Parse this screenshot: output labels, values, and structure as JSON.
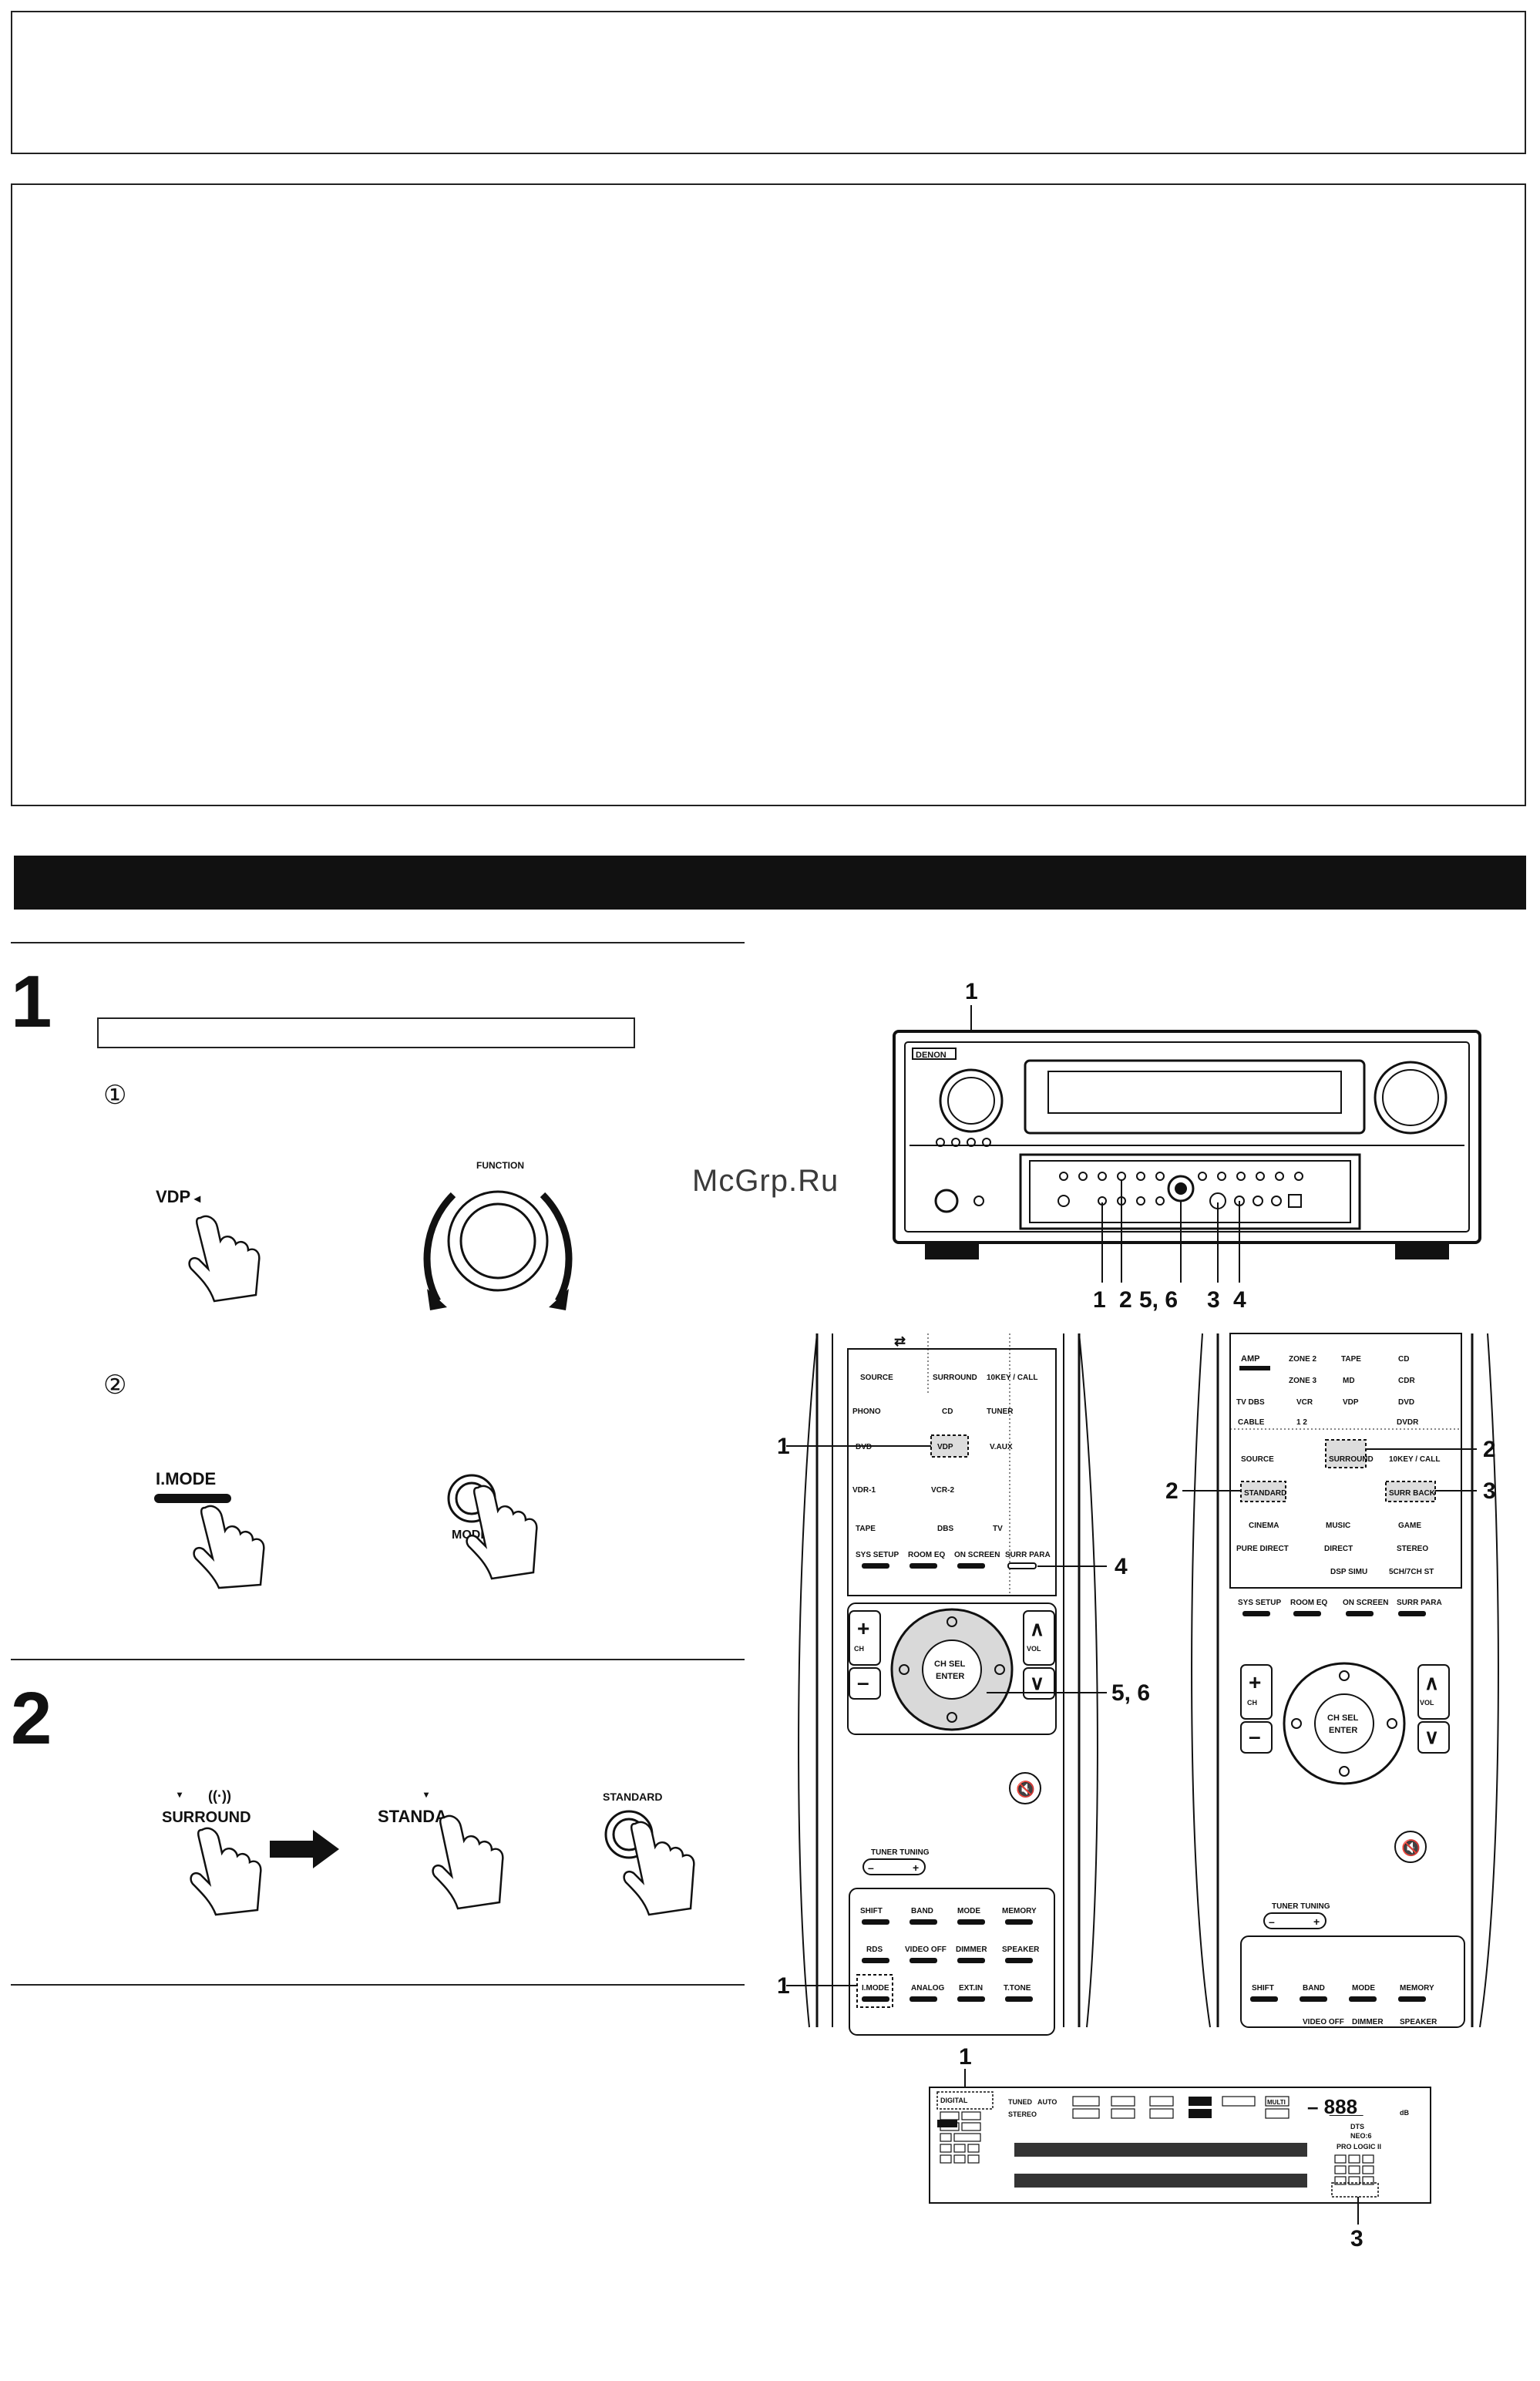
{
  "watermark": "McGrp.Ru",
  "steps": [
    {
      "number": "1",
      "sub": [
        "①",
        "②"
      ]
    },
    {
      "number": "2"
    }
  ],
  "step1": {
    "vdp_label": "VDP",
    "function_label": "FUNCTION",
    "imode_label": "I.MODE",
    "mode_label": "MODE"
  },
  "step2": {
    "surround_label": "SURROUND",
    "standard_label": "STANDA",
    "standard_button_label": "STANDARD"
  },
  "receiver": {
    "brand": "DENON",
    "callout_top": "1",
    "callouts_bottom": [
      "1",
      "2",
      "5, 6",
      "3",
      "4"
    ]
  },
  "remote_left": {
    "rows": [
      [
        "SOURCE",
        "SURROUND",
        "10KEY / CALL"
      ],
      [
        "PHONO",
        "CD",
        "TUNER"
      ],
      [
        "DVD",
        "VDP",
        "V.AUX"
      ],
      [
        "VDR-1",
        "VCR-2",
        ""
      ],
      [
        "TAPE",
        "DBS",
        "TV"
      ]
    ],
    "bottom_row": [
      "SYS SETUP",
      "ROOM EQ",
      "ON SCREEN",
      "SURR PARA"
    ],
    "dial": {
      "center": "CH SEL",
      "enter": "ENTER",
      "ch": "CH",
      "vol": "VOL"
    },
    "tuner_tuning": "TUNER TUNING",
    "keys": [
      [
        "SHIFT",
        "BAND",
        "MODE",
        "MEMORY"
      ],
      [
        "RDS",
        "VIDEO OFF",
        "DIMMER",
        "SPEAKER"
      ],
      [
        "I.MODE",
        "ANALOG",
        "EXT.IN",
        "T.TONE"
      ]
    ],
    "callouts": [
      "1",
      "4",
      "5, 6",
      "1"
    ]
  },
  "remote_right": {
    "rows": [
      [
        "AMP",
        "ZONE 2",
        "TAPE",
        "CD"
      ],
      [
        "",
        "ZONE 3",
        "MD",
        "CDR"
      ],
      [
        "TV DBS",
        "VCR",
        "VDP",
        "DVD"
      ],
      [
        "CABLE",
        "1 2",
        "",
        "DVDR"
      ]
    ],
    "row_source": [
      "SOURCE",
      "SURROUND",
      "10KEY / CALL"
    ],
    "row_modes": [
      "STANDARD",
      "",
      "SURR BACK"
    ],
    "row_mode2": [
      "CINEMA",
      "MUSIC",
      "GAME"
    ],
    "row_mode3": [
      "PURE DIRECT",
      "DIRECT",
      "STEREO"
    ],
    "row_mode4": [
      "",
      "DSP SIMU",
      "5CH/7CH ST"
    ],
    "bottom_row": [
      "SYS SETUP",
      "ROOM EQ",
      "ON SCREEN",
      "SURR PARA"
    ],
    "dial": {
      "center": "CH SEL",
      "enter": "ENTER",
      "ch": "CH",
      "vol": "VOL"
    },
    "tuner_tuning": "TUNER TUNING",
    "keys": [
      [
        "SHIFT",
        "BAND",
        "MODE",
        "MEMORY"
      ],
      [
        "",
        "VIDEO OFF",
        "DIMMER",
        "SPEAKER"
      ]
    ],
    "callouts": [
      "2",
      "2",
      "3"
    ]
  },
  "display": {
    "labels": [
      "DIGITAL",
      "TUNED",
      "AUTO",
      "STEREO",
      "DTS",
      "NEO:6",
      "PRO LOGIC II",
      "dB",
      "MULTI"
    ],
    "callout_top": "1",
    "callout_bottom": "3"
  },
  "colors": {
    "ink": "#111111",
    "band": "#111111",
    "panel_gray": "#d9d9d9"
  }
}
